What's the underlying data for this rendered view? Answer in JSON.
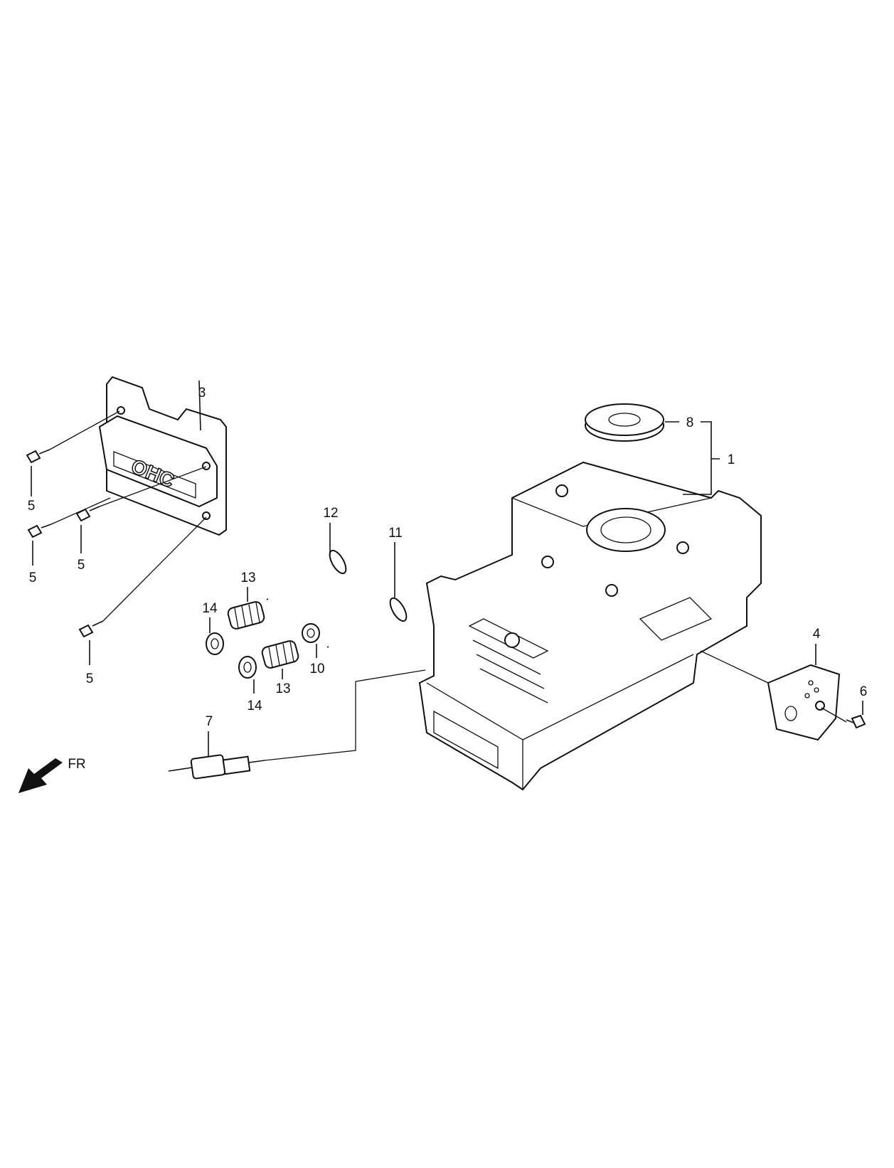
{
  "diagram": {
    "direction_label": "FR",
    "cover_marking": "OHC",
    "callouts": [
      {
        "id": "1",
        "label": "1"
      },
      {
        "id": "3",
        "label": "3"
      },
      {
        "id": "4",
        "label": "4"
      },
      {
        "id": "5a",
        "label": "5"
      },
      {
        "id": "5b",
        "label": "5"
      },
      {
        "id": "5c",
        "label": "5"
      },
      {
        "id": "5d",
        "label": "5"
      },
      {
        "id": "6",
        "label": "6"
      },
      {
        "id": "7",
        "label": "7"
      },
      {
        "id": "8",
        "label": "8"
      },
      {
        "id": "10",
        "label": "10"
      },
      {
        "id": "11",
        "label": "11"
      },
      {
        "id": "12",
        "label": "12"
      },
      {
        "id": "13a",
        "label": "13"
      },
      {
        "id": "13b",
        "label": "13"
      },
      {
        "id": "14a",
        "label": "14"
      },
      {
        "id": "14b",
        "label": "14"
      }
    ]
  }
}
